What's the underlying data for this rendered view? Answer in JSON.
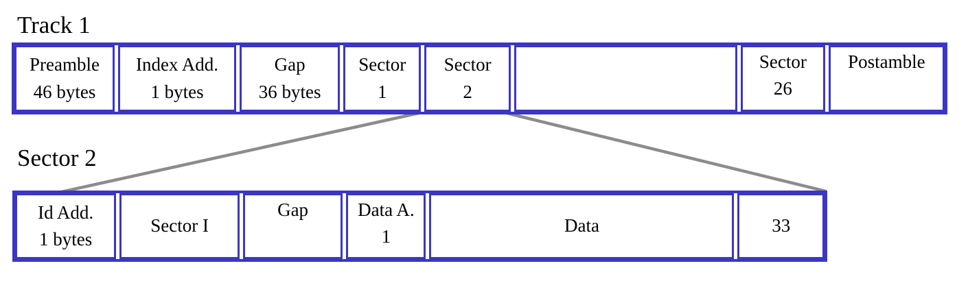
{
  "colors": {
    "border_blue": "#3b36c4",
    "line_gray": "#8c8c8c",
    "text": "#000000",
    "background": "#ffffff"
  },
  "track": {
    "label": "Track 1",
    "cells": [
      {
        "name": "preamble",
        "line1": "Preamble",
        "line2": "46 bytes"
      },
      {
        "name": "index-address",
        "line1": "Index Add.",
        "line2": "1 bytes"
      },
      {
        "name": "gap",
        "line1": "Gap",
        "line2": "36 bytes"
      },
      {
        "name": "sector-1",
        "line1": "Sector",
        "line2": "1"
      },
      {
        "name": "sector-2",
        "line1": "Sector",
        "line2": "2"
      },
      {
        "name": "elided-sectors",
        "line1": ""
      },
      {
        "name": "sector-26",
        "line1": "Sector",
        "line2": "26"
      },
      {
        "name": "postamble",
        "line1": "Postamble"
      }
    ]
  },
  "sector": {
    "label": "Sector 2",
    "cells": [
      {
        "name": "id-address",
        "line1": "Id Add.",
        "line2": "1 bytes"
      },
      {
        "name": "sector-id",
        "line1": "Sector I"
      },
      {
        "name": "gap",
        "line1": "Gap"
      },
      {
        "name": "data-address",
        "line1": "Data A.",
        "line2": "1"
      },
      {
        "name": "data",
        "line1": "Data"
      },
      {
        "name": "checksum",
        "line1": "33"
      }
    ]
  }
}
